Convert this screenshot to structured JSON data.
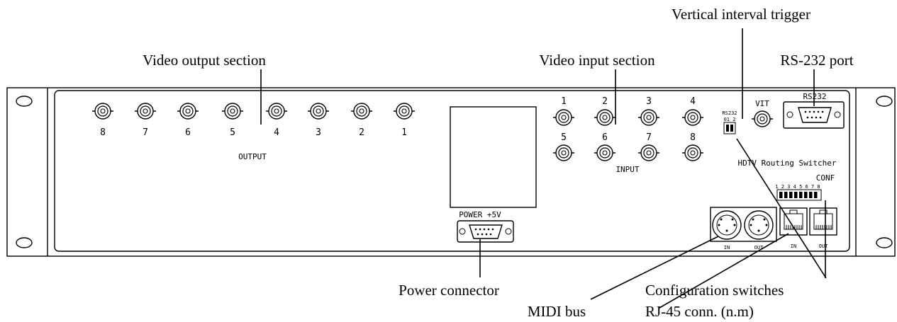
{
  "callouts": {
    "vit_trigger": "Vertical interval trigger",
    "video_output": "Video output section",
    "video_input": "Video input section",
    "rs232_port": "RS-232 port",
    "power_connector": "Power connector",
    "config_switches": "Configuration switches",
    "midi_bus": "MIDI bus",
    "rj45": "RJ-45 conn. (n.m)"
  },
  "panel": {
    "output_label": "OUTPUT",
    "output_numbers": [
      "8",
      "7",
      "6",
      "5",
      "4",
      "3",
      "2",
      "1"
    ],
    "input_label": "INPUT",
    "input_top_numbers": [
      "1",
      "2",
      "3",
      "4"
    ],
    "input_bottom_numbers": [
      "5",
      "6",
      "7",
      "8"
    ],
    "power_label": "POWER +5V",
    "vit_label": "VIT",
    "rs232_label": "RS232",
    "rs232_switch_label": "RS232",
    "rs232_switch_numbers": "01 2",
    "model_label": "HDTV Routing Switcher",
    "conf_label": "CONF",
    "conf_numbers": "1 2 3 4 5 6 7 8",
    "midi_in_label": "IN",
    "midi_out_label": "OUT",
    "rj_in_label": "IN",
    "rj_out_label": "OUT"
  }
}
